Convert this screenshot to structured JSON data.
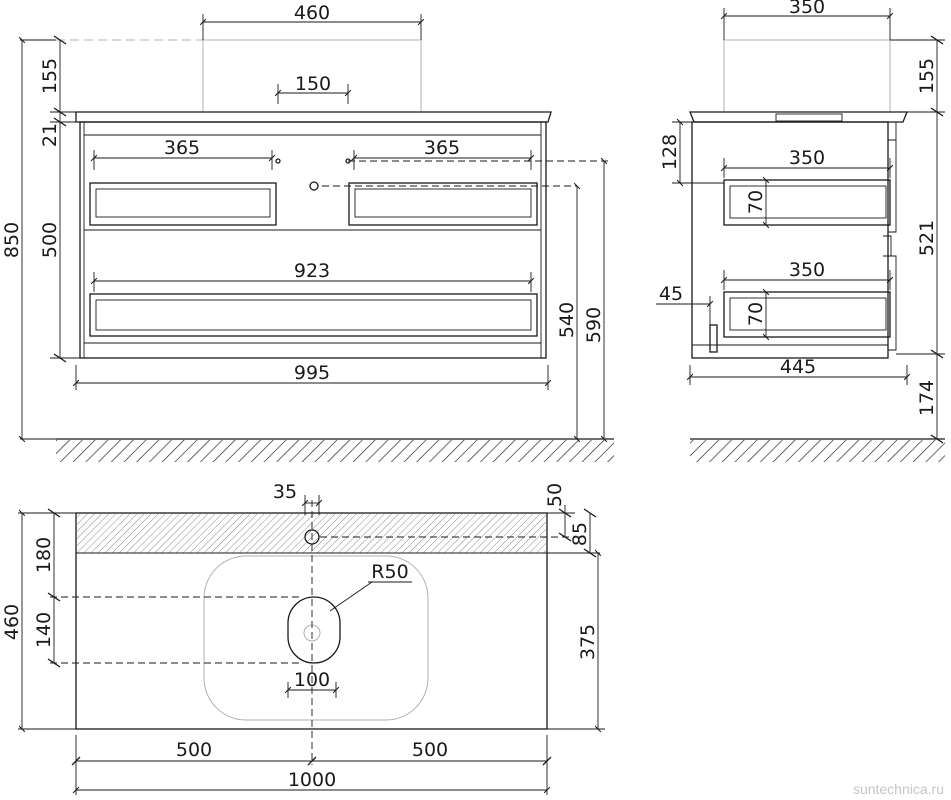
{
  "front_view": {
    "top_width": "460",
    "tap_width": "150",
    "basin_height": "155",
    "top_thickness": "21",
    "total_height": "850",
    "body_height": "500",
    "upper_drawer_width_left": "365",
    "upper_drawer_width_right": "365",
    "lower_drawer_width": "923",
    "body_width": "995",
    "drain_height": "540",
    "outlet_height": "590"
  },
  "side_view": {
    "basin_depth": "350",
    "basin_height": "155",
    "upper_offset": "128",
    "drawer_depth_upper": "350",
    "drawer_handle_upper": "70",
    "body_height": "521",
    "drawer_depth_lower": "350",
    "drawer_handle_lower": "70",
    "front_inset": "45",
    "body_depth": "445",
    "floor_clearance": "174"
  },
  "top_view": {
    "tap_hole_offset": "35",
    "tap_hole_edge": "50",
    "hatch_depth": "85",
    "back_to_basin": "180",
    "total_depth": "460",
    "drain_spacing": "140",
    "drain_depth": "375",
    "corner_radius": "R50",
    "drain_width": "100",
    "left_half": "500",
    "right_half": "500",
    "total_width": "1000"
  },
  "watermark": "suntechnica.ru"
}
